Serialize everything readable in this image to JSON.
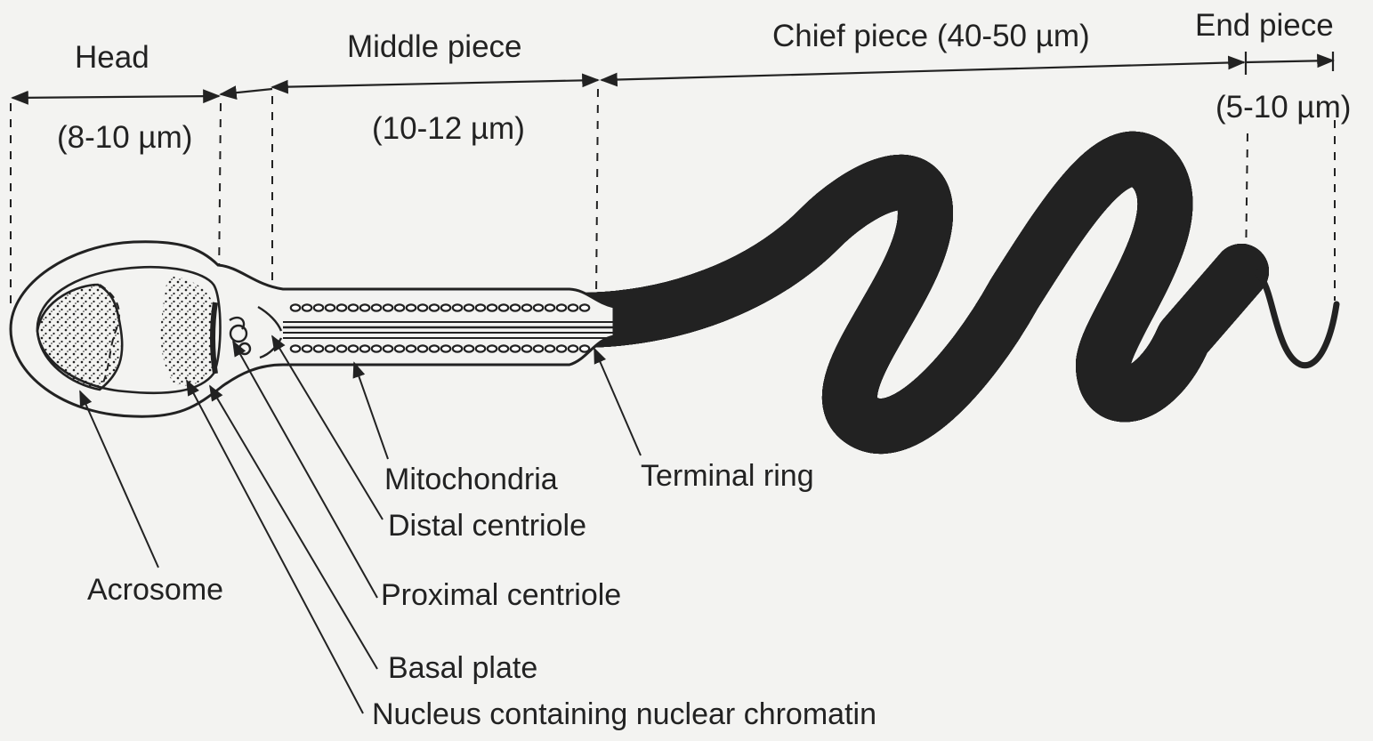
{
  "diagram": {
    "segments": {
      "head": {
        "name": "Head",
        "size": "(8-10 µm)"
      },
      "middle": {
        "name": "Middle piece",
        "size": "(10-12 µm)"
      },
      "chief": {
        "name": "Chief piece (40-50 µm)"
      },
      "end": {
        "name": "End piece",
        "size": "(5-10 µm)"
      }
    },
    "labels": {
      "mitochondria": "Mitochondria",
      "terminal_ring": "Terminal ring",
      "distal_centriole": "Distal centriole",
      "acrosome": "Acrosome",
      "proximal_centriole": "Proximal centriole",
      "basal_plate": "Basal plate",
      "nucleus": "Nucleus containing nuclear chromatin"
    },
    "colors": {
      "ink": "#222222",
      "paper": "#f3f3f1"
    }
  }
}
